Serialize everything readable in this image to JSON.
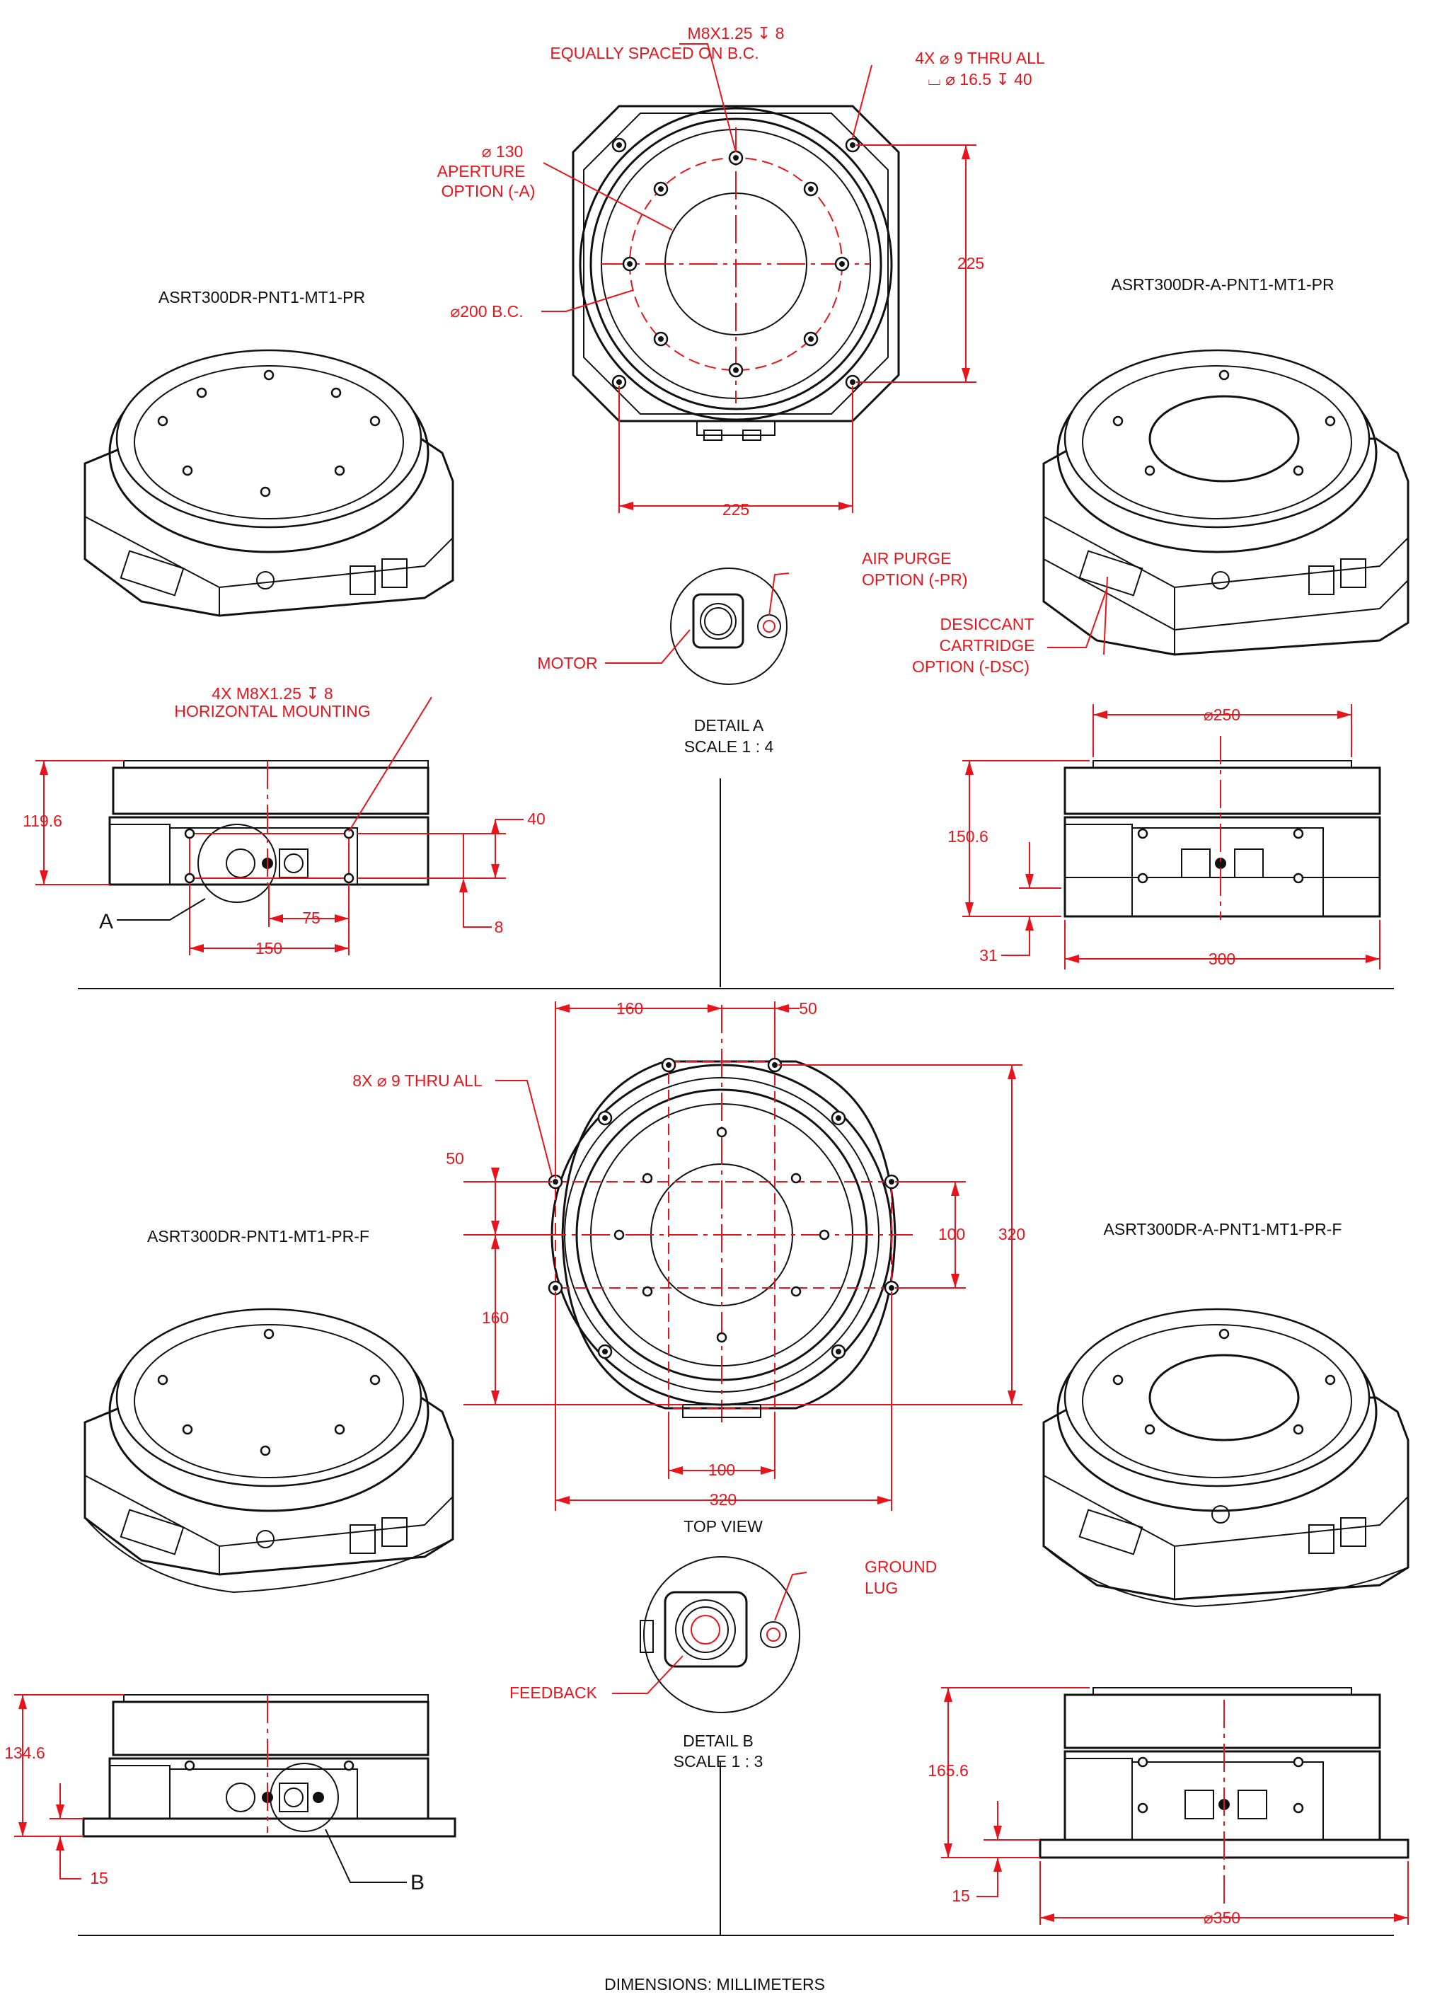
{
  "views": {
    "detail_a_title": "DETAIL A",
    "detail_a_scale": "SCALE 1 : 4",
    "detail_b_title": "DETAIL B",
    "detail_b_scale": "SCALE 1 : 3",
    "top_view": "TOP VIEW",
    "footer": "DIMENSIONS:  MILLIMETERS"
  },
  "models": {
    "m1": "ASRT300DR-PNT1-MT1-PR",
    "m2": "ASRT300DR-A-PNT1-MT1-PR",
    "m3": "ASRT300DR-PNT1-MT1-PR-F",
    "m4": "ASRT300DR-A-PNT1-MT1-PR-F"
  },
  "callouts": {
    "thread_line1": "M8X1.25 ↧ 8",
    "thread_line2": "EQUALLY SPACED ON B.C.",
    "thru_line1": "4X ⌀ 9 THRU ALL",
    "thru_line2": "⌴ ⌀ 16.5 ↧ 40",
    "aperture_line1": "⌀ 130",
    "aperture_line2": "APERTURE",
    "aperture_line3": "OPTION (-A)",
    "bc": "⌀200 B.C.",
    "air_line1": "AIR PURGE",
    "air_line2": "OPTION (-PR)",
    "motor": "MOTOR",
    "desiccant_line1": "DESICCANT",
    "desiccant_line2": "CARTRIDGE",
    "desiccant_line3": "OPTION (-DSC)",
    "horiz_line1": "4X M8X1.25 ↧ 8",
    "horiz_line2": "HORIZONTAL MOUNTING",
    "thru8x": "8X  ⌀  9 THRU ALL",
    "ground_line1": "GROUND",
    "ground_line2": "LUG",
    "feedback": "FEEDBACK",
    "label_a": "A",
    "label_b": "B"
  },
  "dims": {
    "d225_h": "225",
    "d225_v": "225",
    "d119_6": "119.6",
    "d40": "40",
    "d8": "8",
    "d75": "75",
    "d150": "150",
    "d250": "⌀250",
    "d150_6": "150.6",
    "d31": "31",
    "d300": "300",
    "d160_top": "160",
    "d50_top": "50",
    "d50_left": "50",
    "d160_left": "160",
    "d100_right": "100",
    "d320_right": "320",
    "d100_bottom": "100",
    "d320_bottom": "320",
    "d134_6": "134.6",
    "d15_left": "15",
    "d165_6": "165.6",
    "d15_right": "15",
    "d350": "⌀350"
  }
}
